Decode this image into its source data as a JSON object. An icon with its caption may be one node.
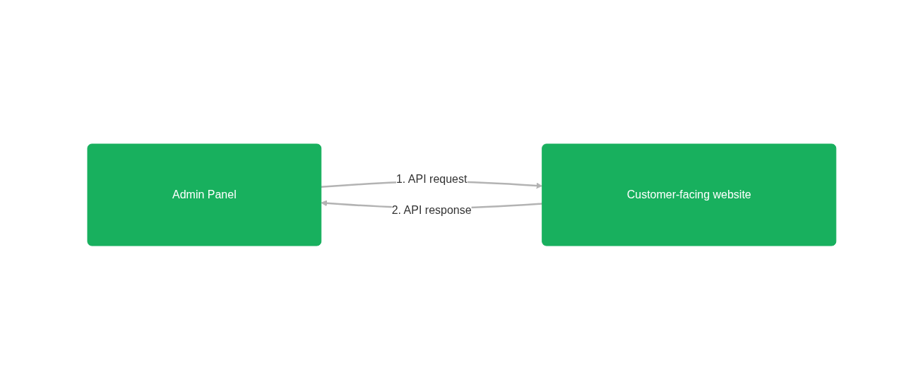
{
  "diagram": {
    "nodes": [
      {
        "text": [
          "Admin Panel"
        ]
      },
      {
        "text": [
          "Customer-facing website"
        ]
      }
    ],
    "edges": [
      {
        "from": 0,
        "to": 1,
        "arrow": "to",
        "label": "1. API request"
      },
      {
        "from": 1,
        "to": 0,
        "arrow": "to",
        "label": "2. API response"
      }
    ]
  }
}
